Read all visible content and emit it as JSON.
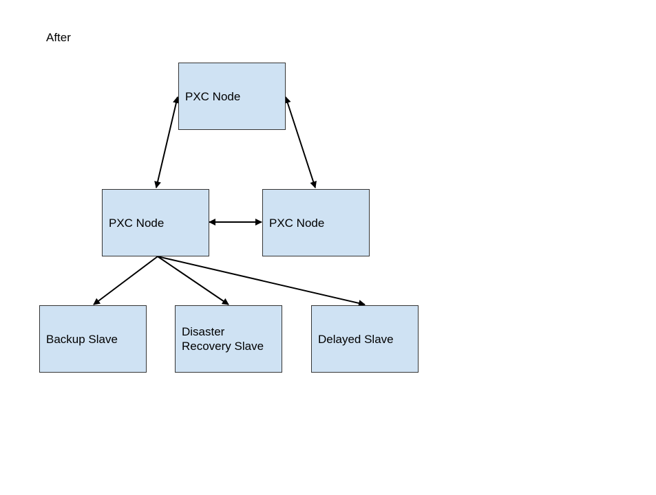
{
  "diagram": {
    "label": "After",
    "colors": {
      "node_fill": "#cfe2f3",
      "node_border": "#333333",
      "arrow": "#000000"
    },
    "nodes": {
      "pxc_top": "PXC Node",
      "pxc_left": "PXC Node",
      "pxc_right": "PXC Node",
      "backup_slave": "Backup Slave",
      "disaster_recovery_slave": "Disaster\nRecovery Slave",
      "delayed_slave": "Delayed Slave"
    }
  }
}
